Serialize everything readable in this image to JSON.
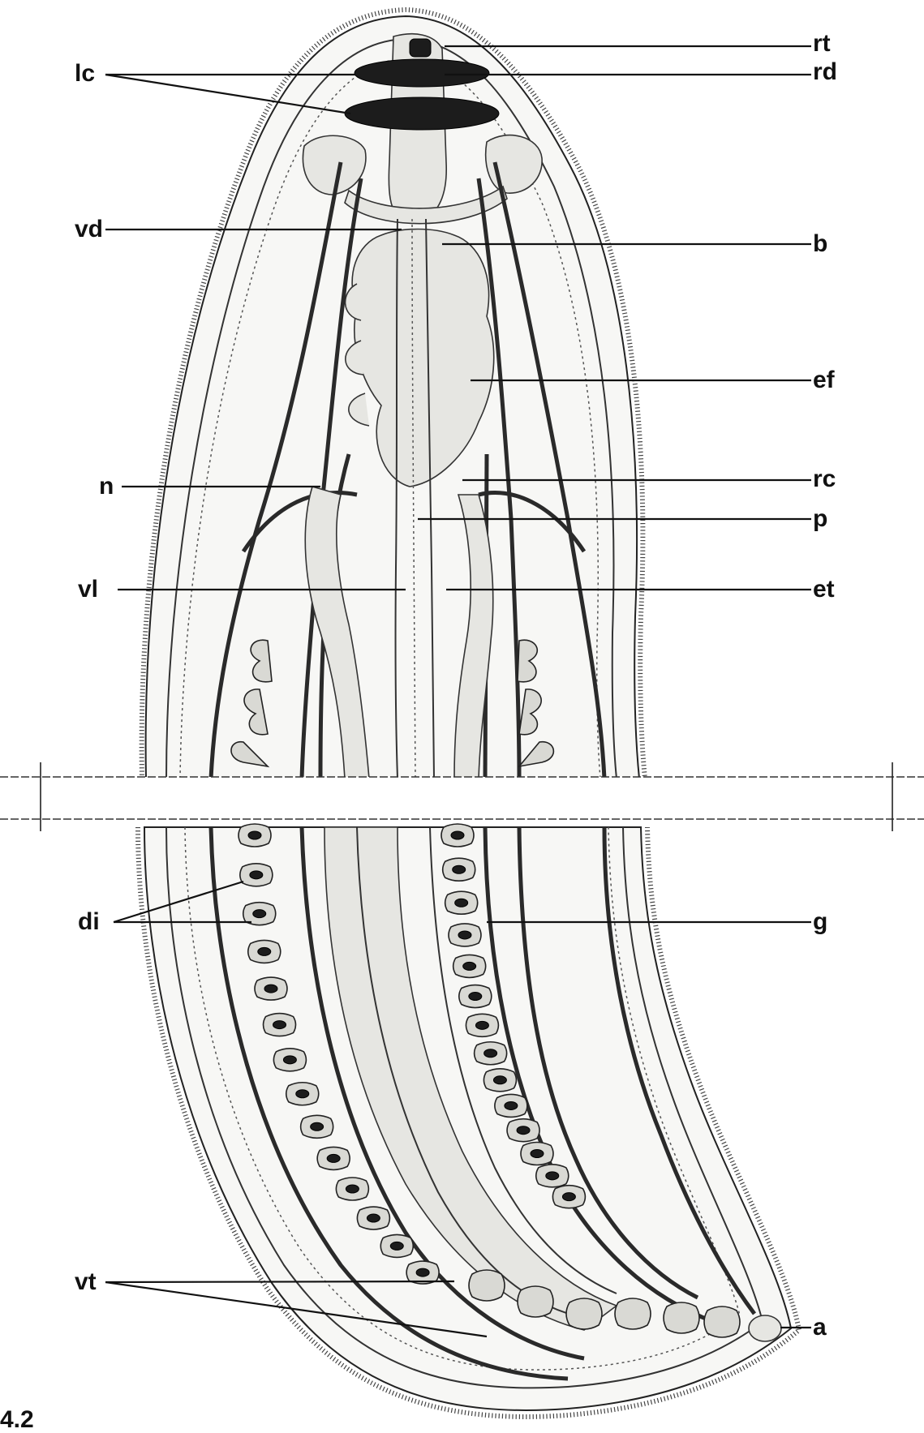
{
  "figure": {
    "number_label": "4.2",
    "labels": {
      "rt": "rt",
      "rd": "rd",
      "lc": "lc",
      "vd": "vd",
      "b": "b",
      "ef": "ef",
      "n": "n",
      "rc": "rc",
      "p": "p",
      "vl": "vl",
      "et": "et",
      "di": "di",
      "g": "g",
      "vt": "vt",
      "a": "a"
    }
  }
}
